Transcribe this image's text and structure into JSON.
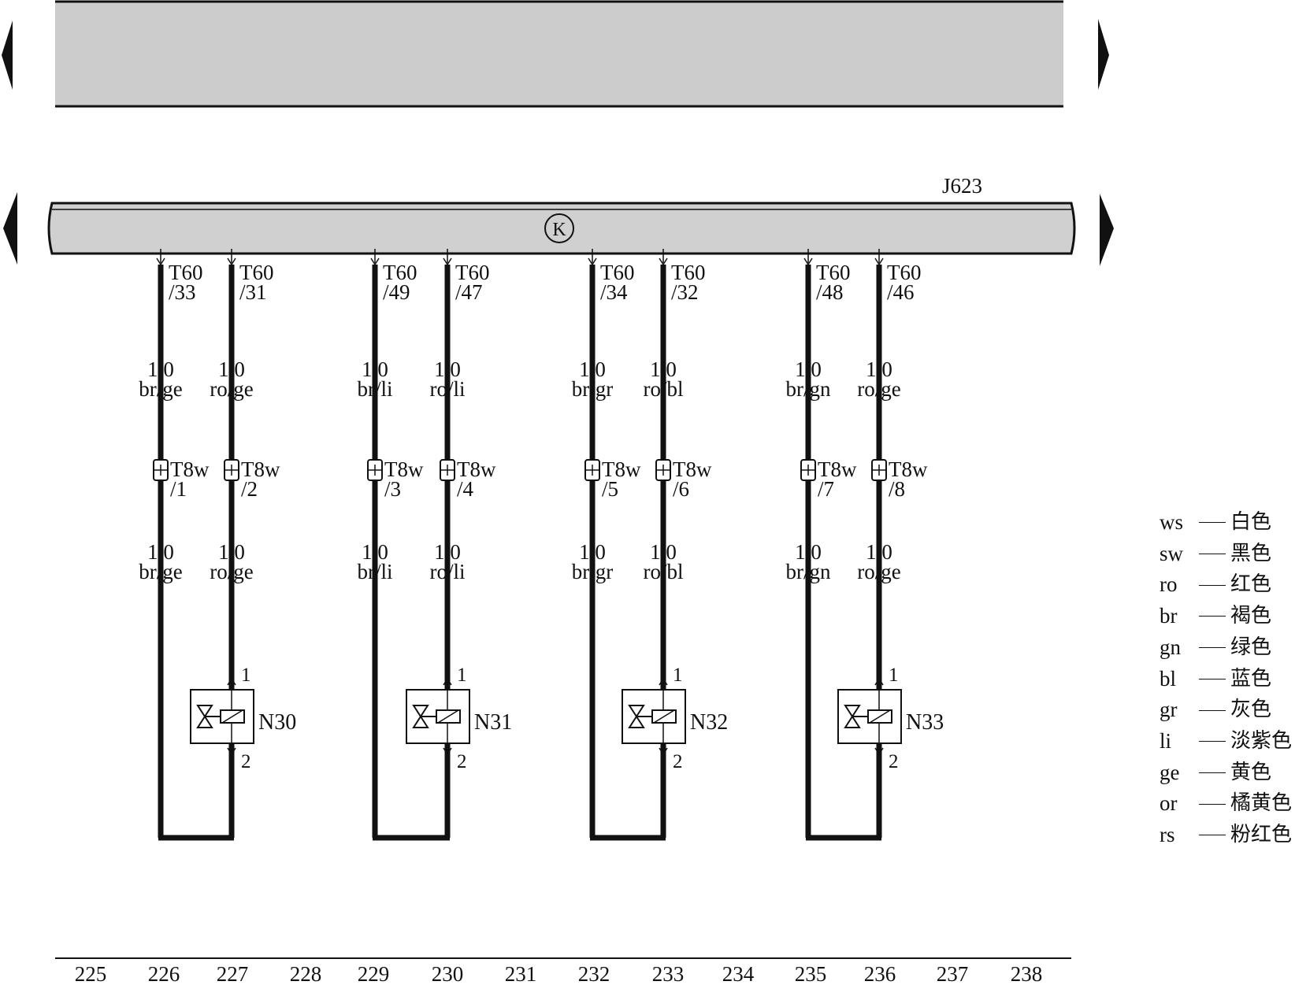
{
  "control_unit": {
    "label": "J623",
    "ground_symbol": "K"
  },
  "nav": {
    "left_arrow_icon": "triangle-left-icon",
    "right_arrow_icon": "triangle-right-icon"
  },
  "circuits": [
    {
      "component": "N30",
      "wire_a": {
        "pin": "T60\n/33",
        "spec_top": "1.0\nbr/ge",
        "connector": "T8w\n/1",
        "spec_bottom": "1.0\nbr/ge"
      },
      "wire_b": {
        "pin": "T60\n/31",
        "spec_top": "1.0\nro/ge",
        "connector": "T8w\n/2",
        "spec_bottom": "1.0\nro/ge"
      },
      "pin_top": "1",
      "pin_bottom": "2"
    },
    {
      "component": "N31",
      "wire_a": {
        "pin": "T60\n/49",
        "spec_top": "1.0\nbr/li",
        "connector": "T8w\n/3",
        "spec_bottom": "1.0\nbr/li"
      },
      "wire_b": {
        "pin": "T60\n/47",
        "spec_top": "1.0\nro/li",
        "connector": "T8w\n/4",
        "spec_bottom": "1.0\nro/li"
      },
      "pin_top": "1",
      "pin_bottom": "2"
    },
    {
      "component": "N32",
      "wire_a": {
        "pin": "T60\n/34",
        "spec_top": "1.0\nbr/gr",
        "connector": "T8w\n/5",
        "spec_bottom": "1.0\nbr/gr"
      },
      "wire_b": {
        "pin": "T60\n/32",
        "spec_top": "1.0\nro/bl",
        "connector": "T8w\n/6",
        "spec_bottom": "1.0\nro/bl"
      },
      "pin_top": "1",
      "pin_bottom": "2"
    },
    {
      "component": "N33",
      "wire_a": {
        "pin": "T60\n/48",
        "spec_top": "1.0\nbr/gn",
        "connector": "T8w\n/7",
        "spec_bottom": "1.0\nbr/gn"
      },
      "wire_b": {
        "pin": "T60\n/46",
        "spec_top": "1.0\nro/ge",
        "connector": "T8w\n/8",
        "spec_bottom": "1.0\nro/ge"
      },
      "pin_top": "1",
      "pin_bottom": "2"
    }
  ],
  "ruler": [
    "225",
    "226",
    "227",
    "228",
    "229",
    "230",
    "231",
    "232",
    "233",
    "234",
    "235",
    "236",
    "237",
    "238"
  ],
  "legend": [
    {
      "code": "ws",
      "name": "白色"
    },
    {
      "code": "sw",
      "name": "黑色"
    },
    {
      "code": "ro",
      "name": "红色"
    },
    {
      "code": "br",
      "name": "褐色"
    },
    {
      "code": "gn",
      "name": "绿色"
    },
    {
      "code": "bl",
      "name": "蓝色"
    },
    {
      "code": "gr",
      "name": "灰色"
    },
    {
      "code": "li",
      "name": "淡紫色"
    },
    {
      "code": "ge",
      "name": "黄色"
    },
    {
      "code": "or",
      "name": "橘黄色"
    },
    {
      "code": "rs",
      "name": "粉红色"
    }
  ]
}
